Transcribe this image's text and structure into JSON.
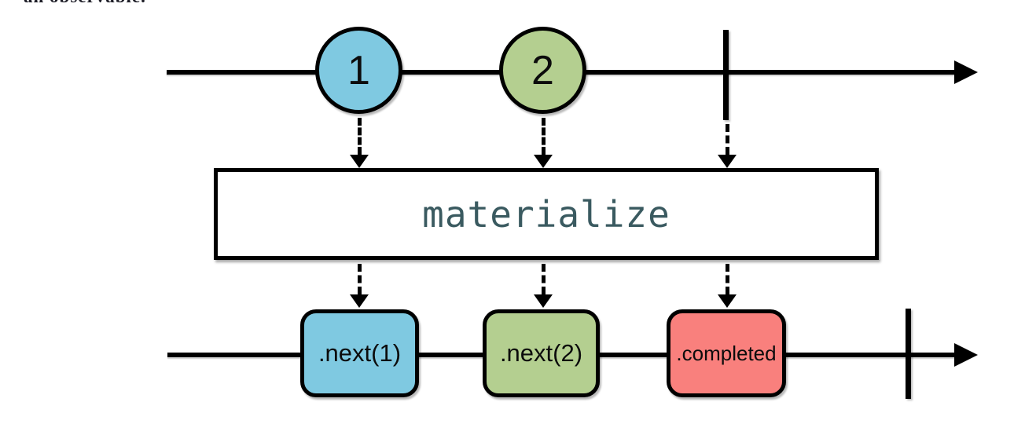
{
  "page": {
    "background": "#ffffff",
    "clipped_text": "an observable."
  },
  "diagram": {
    "type": "marble-diagram",
    "operator": {
      "label": "materialize",
      "text_color": "#3a5a60",
      "background": "#ffffff",
      "border_color": "#000000"
    },
    "source_timeline": {
      "description": "source observable timeline",
      "events": [
        {
          "type": "next",
          "label": "1",
          "color": "#7fc9e1"
        },
        {
          "type": "next",
          "label": "2",
          "color": "#b4cf90"
        },
        {
          "type": "completed",
          "label": "",
          "color": "#000000"
        }
      ]
    },
    "output_timeline": {
      "description": "materialized observable timeline",
      "events": [
        {
          "type": "next",
          "label": ".next(1)",
          "color": "#7fc9e1"
        },
        {
          "type": "next",
          "label": ".next(2)",
          "color": "#b4cf90"
        },
        {
          "type": "next",
          "label": ".completed",
          "color": "#f9807d"
        },
        {
          "type": "completed",
          "label": "",
          "color": "#000000"
        }
      ]
    }
  }
}
